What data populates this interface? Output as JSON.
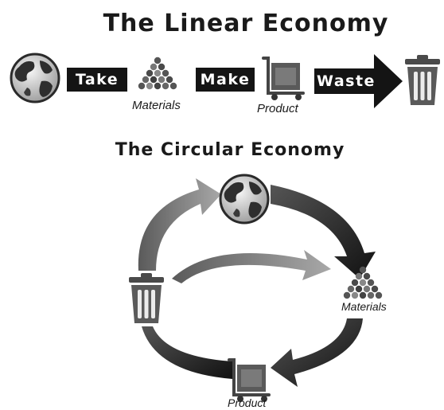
{
  "linear": {
    "title": "The Linear Economy",
    "steps": {
      "take": "Take",
      "make": "Make",
      "waste": "Waste"
    },
    "captions": {
      "materials": "Materials",
      "product": "Product"
    }
  },
  "circular": {
    "title": "The Circular Economy",
    "captions": {
      "materials": "Materials",
      "product": "Product"
    }
  },
  "icons": [
    "globe-icon",
    "materials-pile-icon",
    "product-cart-icon",
    "trash-bin-icon"
  ],
  "colors": {
    "dark": "#1e1e1e",
    "mid": "#6a6a6a",
    "light": "#9a9a9a",
    "box": "#141414"
  }
}
